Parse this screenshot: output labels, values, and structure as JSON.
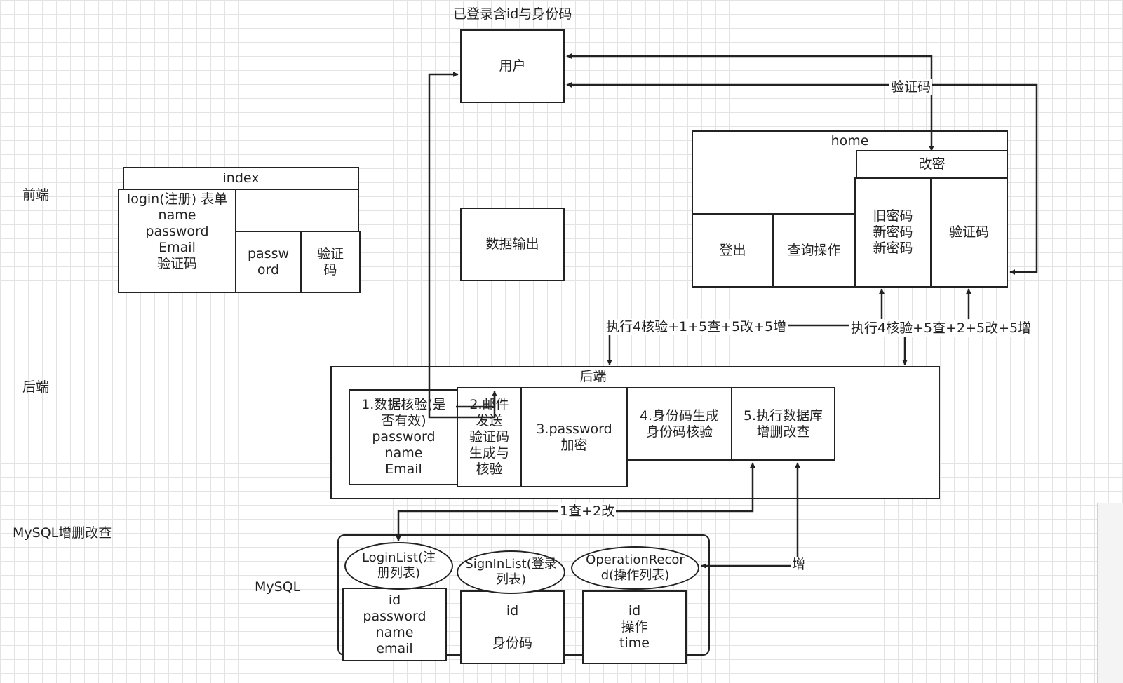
{
  "section_labels": {
    "frontend": "前端",
    "backend": "后端",
    "mysql_ops": "MySQL增删改查",
    "mysql": "MySQL"
  },
  "index": {
    "title": "index",
    "login_form": "login(注册) 表单\nname\npassword\nEmail\n验证码",
    "password": "passw\nord",
    "captcha": "验证\n码"
  },
  "user": {
    "caption": "已登录含id与身份码",
    "label": "用户"
  },
  "data_output": "数据输出",
  "home": {
    "title": "home",
    "change_password": "改密",
    "logout": "登出",
    "query": "查询操作",
    "password_fields": "旧密码\n新密码\n新密码",
    "captcha": "验证码"
  },
  "flows": {
    "captcha_arrow": "验证码",
    "exec_left": "执行4核验+1+5查+5改+5增",
    "exec_right": "执行4核验+5查+2+5改+5增",
    "query_modify": "1查+2改",
    "add": "增"
  },
  "backend": {
    "title": "后端",
    "step1": "1.数据核验(是\n否有效)\npassword\nname\nEmail",
    "step2": "2.邮件\n发送\n验证码\n生成与\n核验",
    "step3": "3.password\n加密",
    "step4": "4.身份码生成\n身份码核验",
    "step5": "5.执行数据库\n增删改查"
  },
  "db": {
    "login_list": {
      "name": "LoginList(注\n册列表)",
      "fields": "id\npassword\nname\nemail"
    },
    "signin_list": {
      "name": "SignInList(登录\n列表)",
      "fields": "id\n\n身份码"
    },
    "operation_record": {
      "name": "OperationRecor\nd(操作列表)",
      "fields": "id\n操作\ntime"
    }
  }
}
